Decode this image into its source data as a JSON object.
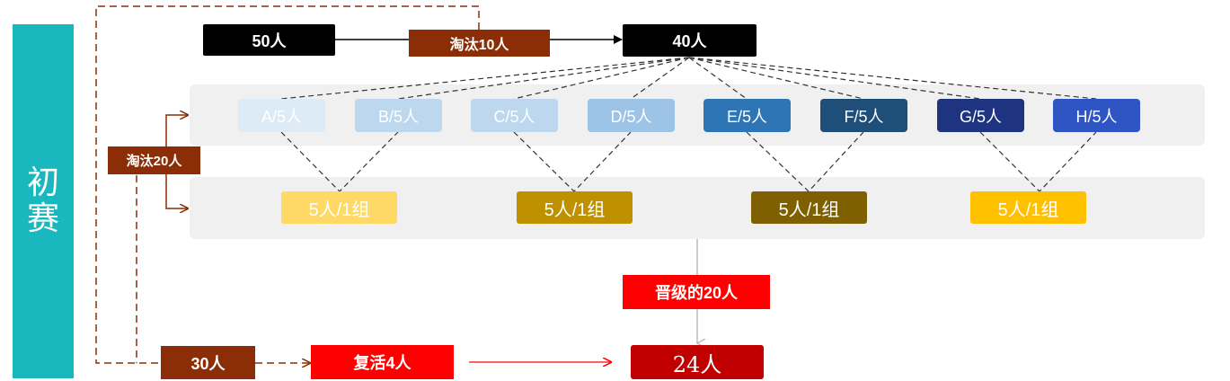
{
  "sidebar": {
    "label": "初赛",
    "color": "#19B8BE"
  },
  "top_flow": {
    "start": "50人",
    "eliminate": "淘汰10人",
    "remaining": "40人"
  },
  "teams": [
    {
      "label": "A/5人",
      "color": "#DDEBF7"
    },
    {
      "label": "B/5人",
      "color": "#BDD7EE"
    },
    {
      "label": "C/5人",
      "color": "#BDD7EE"
    },
    {
      "label": "D/5人",
      "color": "#9DC3E6"
    },
    {
      "label": "E/5人",
      "color": "#2E75B6"
    },
    {
      "label": "F/5人",
      "color": "#1F4E79"
    },
    {
      "label": "G/5人",
      "color": "#1F3480"
    },
    {
      "label": "H/5人",
      "color": "#2F55C4"
    }
  ],
  "groups": [
    {
      "label": "5人/1组",
      "color": "#FFD966"
    },
    {
      "label": "5人/1组",
      "color": "#BF9000"
    },
    {
      "label": "5人/1组",
      "color": "#7F6000"
    },
    {
      "label": "5人/1组",
      "color": "#FFC000"
    }
  ],
  "side": {
    "eliminate": "淘汰20人"
  },
  "bottom_flow": {
    "pool": "30人",
    "revive": "复活4人",
    "advanced": "晋级的20人",
    "final": "24人"
  },
  "colors": {
    "brown": "#8B2E07",
    "red": "#FF0000",
    "final_red": "#C00000",
    "band": "#F0F0F0"
  }
}
